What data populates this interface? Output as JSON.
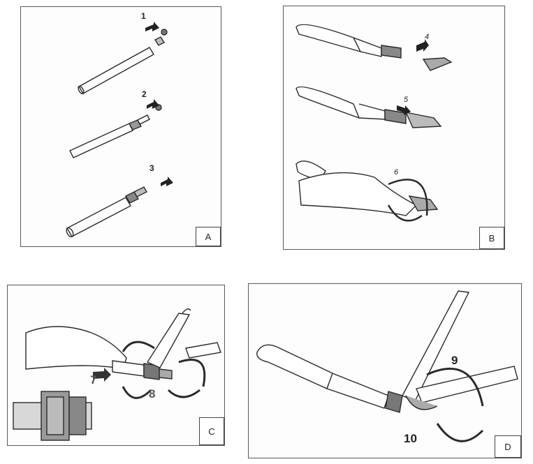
{
  "panels": {
    "a": {
      "label": "A",
      "steps": [
        "1",
        "2",
        "3"
      ]
    },
    "b": {
      "label": "B",
      "steps": [
        "4",
        "5",
        "6"
      ]
    },
    "c": {
      "label": "C",
      "steps": [
        "7",
        "8"
      ]
    },
    "d": {
      "label": "D",
      "steps": [
        "9",
        "10"
      ]
    }
  },
  "colors": {
    "line": "#2a2a2a",
    "shade": "#555555",
    "background": "#ffffff"
  }
}
